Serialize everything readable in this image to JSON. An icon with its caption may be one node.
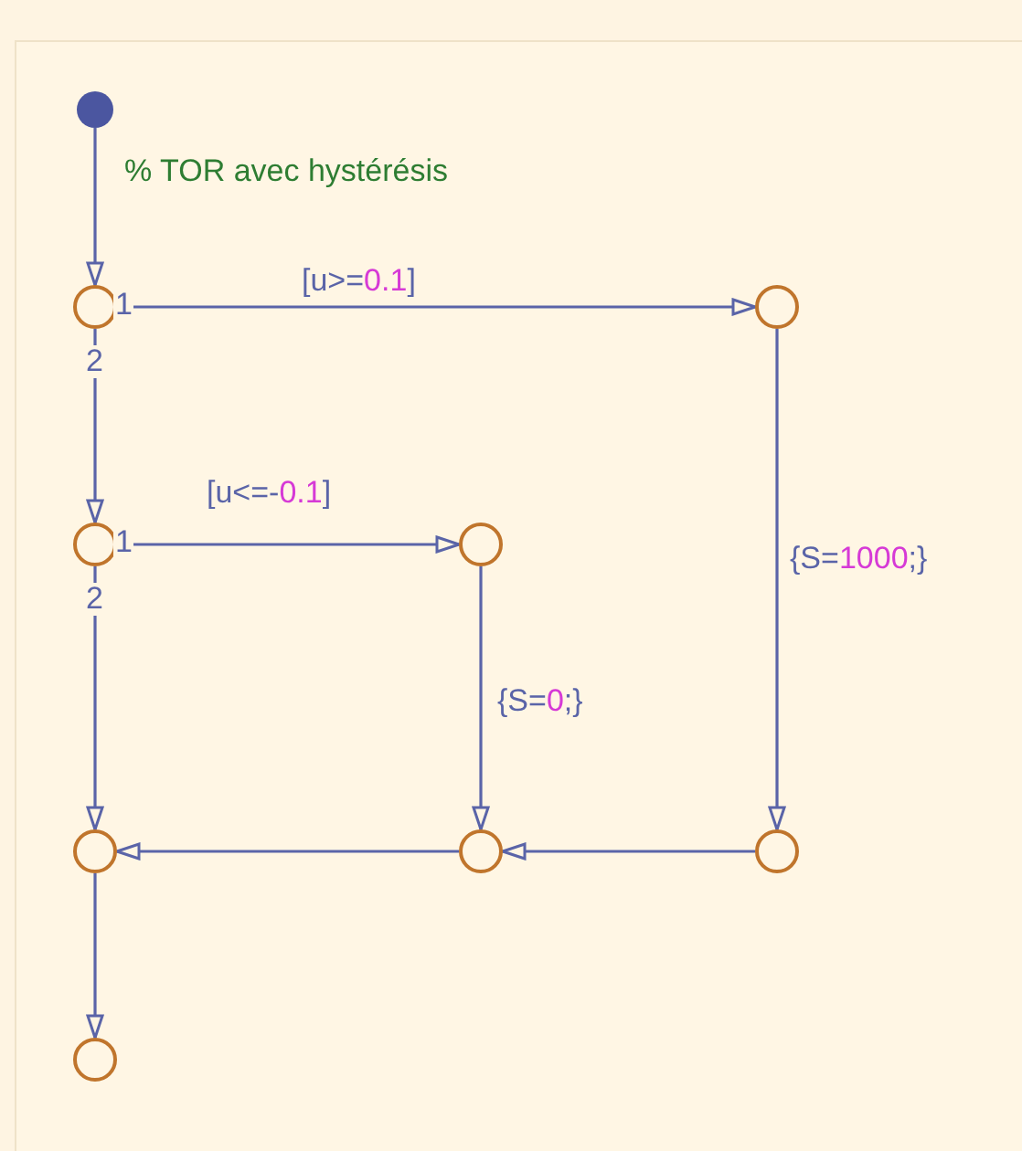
{
  "diagram": {
    "nodes": [
      {
        "text": [],
        "shape": "dot"
      },
      {
        "text": [],
        "shape": "circle"
      },
      {
        "text": [],
        "shape": "circle"
      },
      {
        "text": [],
        "shape": "circle"
      },
      {
        "text": [],
        "shape": "circle"
      },
      {
        "text": [],
        "shape": "circle"
      },
      {
        "text": [],
        "shape": "circle"
      },
      {
        "text": [],
        "shape": "circle"
      },
      {
        "text": [],
        "shape": "circle"
      }
    ],
    "edges": [
      {
        "from": 0,
        "to": 1,
        "arrow": "to",
        "label": "% TOR avec hystérésis"
      },
      {
        "from": 1,
        "to": 2,
        "arrow": "to",
        "label": "[u>=0.1]"
      },
      {
        "from": 1,
        "to": 3,
        "arrow": "to"
      },
      {
        "from": 3,
        "to": 4,
        "arrow": "to",
        "label": "[u<=-0.1]"
      },
      {
        "from": 3,
        "to": 5,
        "arrow": "to"
      },
      {
        "from": 4,
        "to": 6,
        "arrow": "to",
        "label": "{S=0;}"
      },
      {
        "from": 2,
        "to": 7,
        "arrow": "to",
        "label": "{S=1000;}"
      },
      {
        "from": 7,
        "to": 6,
        "arrow": "to"
      },
      {
        "from": 6,
        "to": 5,
        "arrow": "to"
      },
      {
        "from": 5,
        "to": 8,
        "arrow": "to"
      }
    ],
    "labels": [
      "1",
      "2",
      "1",
      "2"
    ]
  }
}
